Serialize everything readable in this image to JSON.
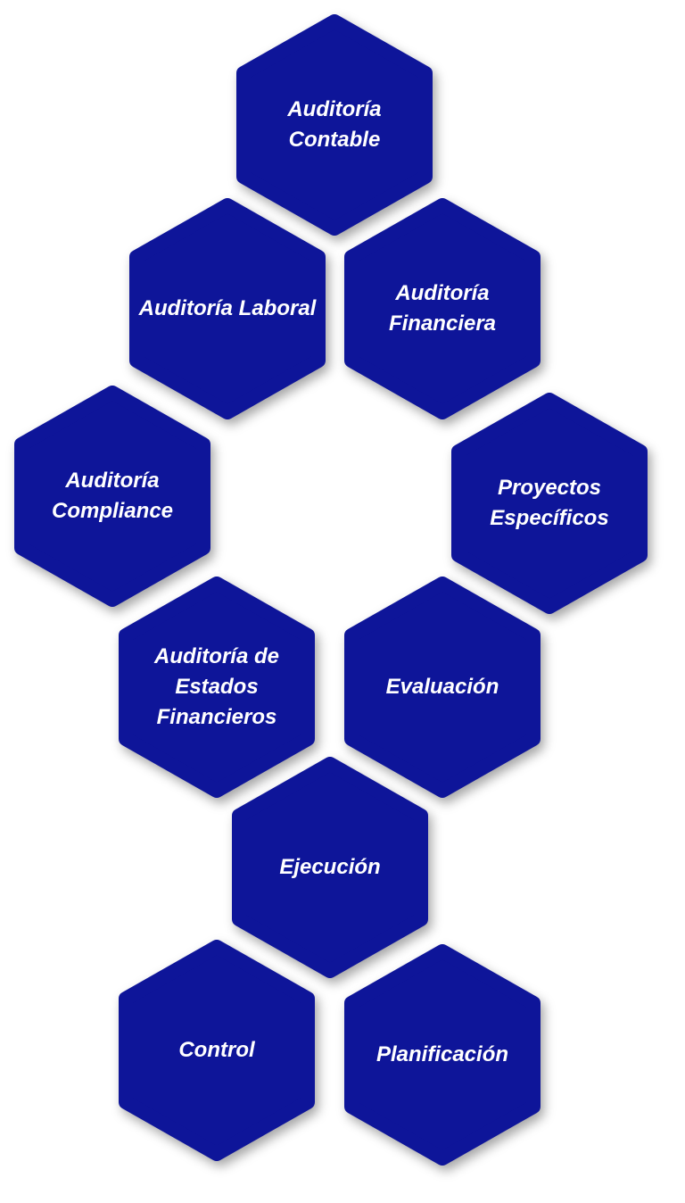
{
  "colors": {
    "hex_fill": "#0e1599",
    "text": "#ffffff"
  },
  "hexagons": [
    {
      "label": "Auditoría Contable"
    },
    {
      "label": "Auditoría Laboral"
    },
    {
      "label": "Auditoría Financiera"
    },
    {
      "label": "Auditoría Compliance"
    },
    {
      "label": "Proyectos Específicos"
    },
    {
      "label": "Auditoría de Estados Financieros"
    },
    {
      "label": "Evaluación"
    },
    {
      "label": "Ejecución"
    },
    {
      "label": "Control"
    },
    {
      "label": "Planificación"
    }
  ]
}
